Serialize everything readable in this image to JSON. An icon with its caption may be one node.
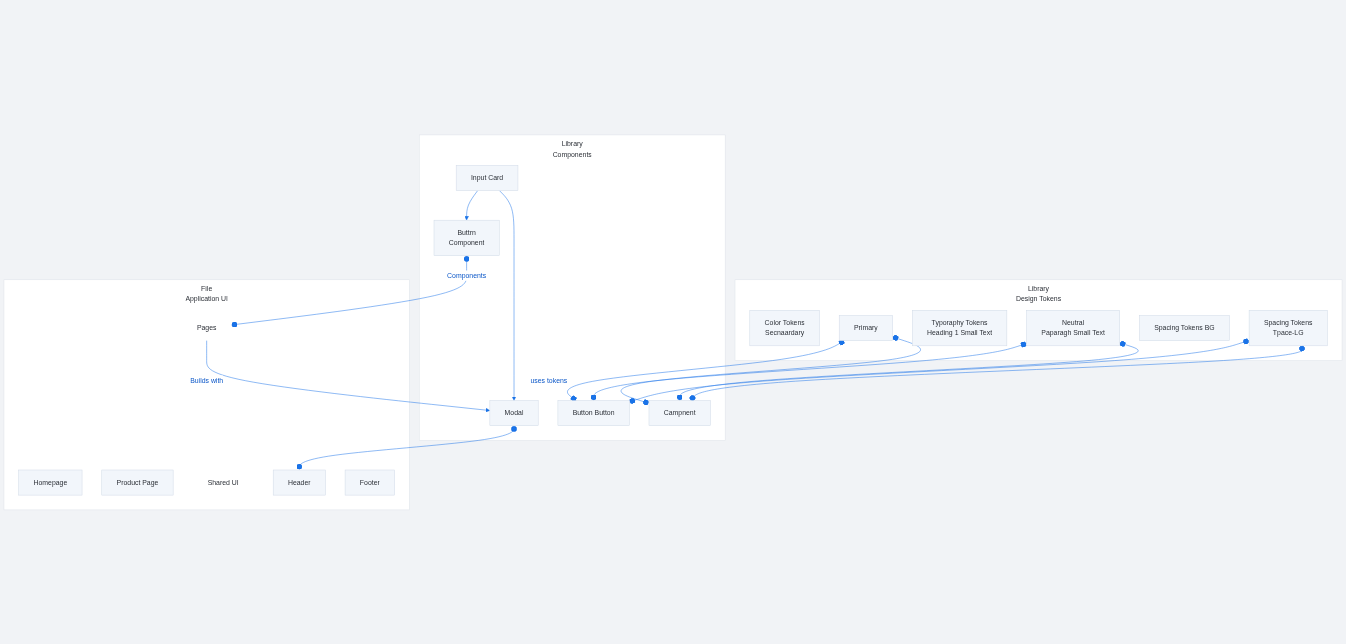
{
  "diagram": {
    "nodes": [
      {
        "text": [
          "Library",
          "Design Tokens"
        ]
      },
      {
        "text": [
          "Color Tokens",
          "Secnaardary"
        ],
        "in": 0
      },
      {
        "text": [
          "Primary"
        ],
        "in": 0
      },
      {
        "text": [
          "Typoraphy Tokens",
          "Heading 1 Small Text"
        ],
        "in": 0
      },
      {
        "text": [
          "Neutral",
          "Paparagh Small Text"
        ],
        "in": 0
      },
      {
        "text": [
          "Spacing Tokens BG"
        ],
        "in": 0
      },
      {
        "text": [
          "Spacing Tokens",
          "Tpace-LG"
        ],
        "in": 0
      },
      {
        "text": [
          "Library",
          "Components"
        ]
      },
      {
        "text": [
          "Button Button"
        ],
        "in": 7
      },
      {
        "text": [
          "Buttrn",
          "Component"
        ],
        "in": 7
      },
      {
        "text": [
          "Input Card"
        ],
        "in": 7
      },
      {
        "text": [
          "Campnent"
        ],
        "in": 7
      },
      {
        "text": [
          "Modal"
        ],
        "in": 7
      },
      {
        "text": [
          "File",
          "Application UI"
        ]
      },
      {
        "text": [
          "Pages"
        ],
        "in": 13
      },
      {
        "text": [
          "Homepage"
        ],
        "in": 13
      },
      {
        "text": [
          "Product Page"
        ],
        "in": 13
      },
      {
        "text": [
          "Shared UI"
        ],
        "in": 13
      },
      {
        "text": [
          "Header"
        ],
        "in": 13
      },
      {
        "text": [
          "Footer"
        ],
        "in": 13
      }
    ],
    "edges": [
      {
        "from": 2,
        "to": 8,
        "arrow": "other",
        "label": "uses tokens"
      },
      {
        "from": 2,
        "to": 11,
        "arrow": "other"
      },
      {
        "from": 4,
        "to": 8,
        "arrow": "other"
      },
      {
        "from": 4,
        "to": 11,
        "arrow": "other"
      },
      {
        "from": 6,
        "to": 8,
        "arrow": "other"
      },
      {
        "from": 6,
        "to": 11,
        "arrow": "other"
      },
      {
        "from": 10,
        "to": 9,
        "arrow": "to"
      },
      {
        "from": 10,
        "to": 12,
        "arrow": "to"
      },
      {
        "from": 9,
        "to": 14,
        "arrow": "other",
        "label": "Components"
      },
      {
        "from": 14,
        "to": 12,
        "arrow": "to",
        "label": "Builds with"
      },
      {
        "from": 12,
        "to": 18,
        "arrow": "other"
      }
    ]
  }
}
